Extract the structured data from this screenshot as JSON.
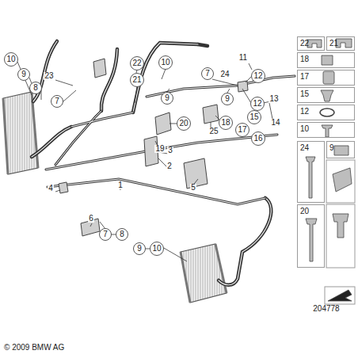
{
  "diagram": {
    "nodes": [
      {
        "text": [
          "10"
        ]
      },
      {
        "text": [
          "9"
        ]
      },
      {
        "text": [
          "8"
        ]
      },
      {
        "text": [
          "7"
        ]
      },
      {
        "text": [
          "22"
        ]
      },
      {
        "text": [
          "21"
        ]
      },
      {
        "text": [
          "10"
        ]
      },
      {
        "text": [
          "7"
        ]
      },
      {
        "text": [
          "12"
        ]
      },
      {
        "text": [
          "9"
        ]
      },
      {
        "text": [
          "9"
        ]
      },
      {
        "text": [
          "12"
        ]
      },
      {
        "text": [
          "15"
        ]
      },
      {
        "text": [
          "18"
        ]
      },
      {
        "text": [
          "20"
        ]
      },
      {
        "text": [
          "17"
        ]
      },
      {
        "text": [
          "16"
        ]
      },
      {
        "text": [
          "7"
        ]
      },
      {
        "text": [
          "8"
        ]
      },
      {
        "text": [
          "9"
        ]
      },
      {
        "text": [
          "10"
        ]
      },
      {
        "text": [
          "22"
        ]
      },
      {
        "text": [
          "21"
        ]
      },
      {
        "text": [
          "18"
        ]
      },
      {
        "text": [
          "17"
        ]
      },
      {
        "text": [
          "15"
        ]
      },
      {
        "text": [
          "12"
        ]
      },
      {
        "text": [
          "10"
        ]
      },
      {
        "text": [
          "24"
        ]
      },
      {
        "text": [
          "9"
        ]
      },
      {
        "text": [
          "20"
        ]
      }
    ],
    "labels": [
      "23",
      "24",
      "11",
      "13",
      "14",
      "25",
      "19",
      "3",
      "2",
      "1",
      "4",
      "5",
      "6",
      "© 2009 BMW AG",
      "204778"
    ]
  }
}
